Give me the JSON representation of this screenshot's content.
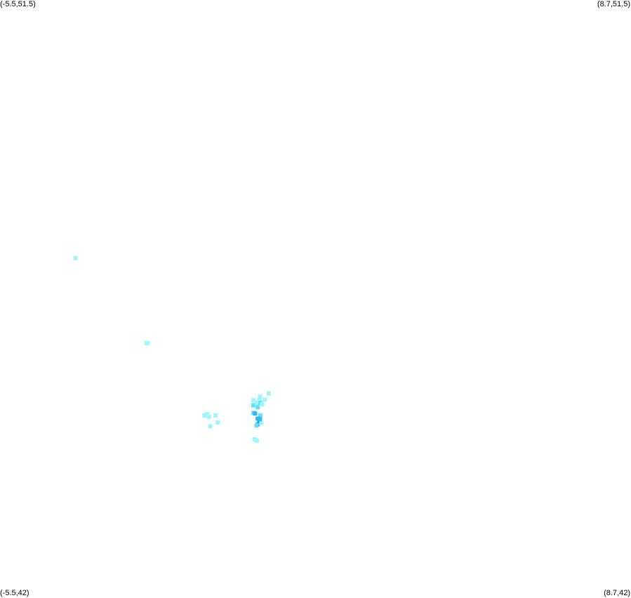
{
  "corners": {
    "top_left": "(-5.5,51.5)",
    "top_right": "(8.7,51.5)",
    "bottom_left": "(-5.5,42)",
    "bottom_right": "(8.7,42)"
  },
  "bounds": {
    "lon_min": -5.5,
    "lon_max": 8.7,
    "lat_min": 42,
    "lat_max": 51.5
  },
  "colors": {
    "background": "#ffffff",
    "levels": [
      "#9ff5ff",
      "#66e0ff",
      "#2fb9f0",
      "#0d7fd4"
    ]
  },
  "chart_data": {
    "type": "heatmap",
    "x_range": [
      -5.5,
      8.7
    ],
    "y_range": [
      42,
      51.5
    ],
    "cells": [
      {
        "lon": -3.8,
        "lat": 47.4,
        "level": 0
      },
      {
        "lon": -2.2,
        "lat": 46.05,
        "level": 0
      },
      {
        "lon": -2.18,
        "lat": 46.05,
        "level": 0
      },
      {
        "lon": 0.35,
        "lat": 45.2,
        "level": 0
      },
      {
        "lon": 0.2,
        "lat": 45.14,
        "level": 0
      },
      {
        "lon": 0.26,
        "lat": 45.1,
        "level": 0
      },
      {
        "lon": 0.2,
        "lat": 45.06,
        "level": 1
      },
      {
        "lon": 0.29,
        "lat": 45.06,
        "level": 0
      },
      {
        "lon": 0.34,
        "lat": 45.14,
        "level": 0
      },
      {
        "lon": 0.3,
        "lat": 45.03,
        "level": 1
      },
      {
        "lon": 0.36,
        "lat": 45.1,
        "level": 1
      },
      {
        "lon": 0.4,
        "lat": 45.08,
        "level": 0
      },
      {
        "lon": 0.46,
        "lat": 45.15,
        "level": 0
      },
      {
        "lon": 0.55,
        "lat": 45.25,
        "level": 0
      },
      {
        "lon": 0.2,
        "lat": 44.94,
        "level": 1
      },
      {
        "lon": 0.24,
        "lat": 44.93,
        "level": 2
      },
      {
        "lon": 0.36,
        "lat": 44.9,
        "level": 1
      },
      {
        "lon": 0.3,
        "lat": 44.85,
        "level": 2
      },
      {
        "lon": 0.34,
        "lat": 44.8,
        "level": 3
      },
      {
        "lon": 0.3,
        "lat": 44.76,
        "level": 2
      },
      {
        "lon": 0.27,
        "lat": 44.74,
        "level": 1
      },
      {
        "lon": 0.38,
        "lat": 44.78,
        "level": 0
      },
      {
        "lon": 0.35,
        "lat": 44.84,
        "level": 2
      },
      {
        "lon": 0.23,
        "lat": 44.52,
        "level": 0
      },
      {
        "lon": 0.28,
        "lat": 44.5,
        "level": 0
      },
      {
        "lon": -0.9,
        "lat": 44.9,
        "level": 0
      },
      {
        "lon": -0.84,
        "lat": 44.92,
        "level": 0
      },
      {
        "lon": -0.8,
        "lat": 44.88,
        "level": 0
      },
      {
        "lon": -0.65,
        "lat": 44.9,
        "level": 0
      },
      {
        "lon": -0.6,
        "lat": 44.79,
        "level": 0
      },
      {
        "lon": -0.77,
        "lat": 44.73,
        "level": 0
      }
    ]
  }
}
